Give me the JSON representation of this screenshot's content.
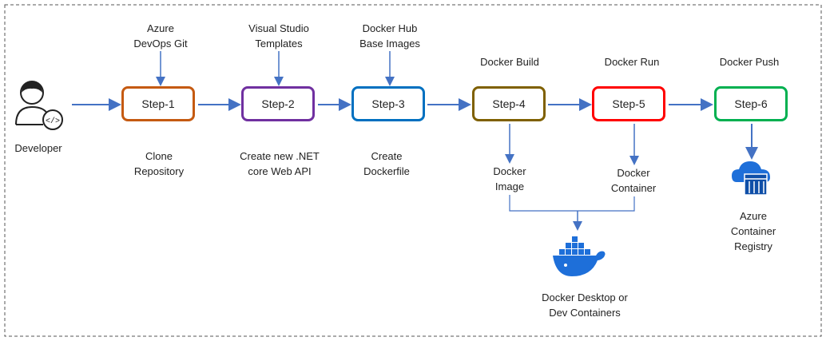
{
  "developer": {
    "label": "Developer"
  },
  "steps": [
    {
      "label": "Step-1",
      "top": "Azure\nDevOps Git",
      "bottom": "Clone\nRepository",
      "color": "#C55A11"
    },
    {
      "label": "Step-2",
      "top": "Visual Studio\nTemplates",
      "bottom": "Create new .NET\ncore Web API",
      "color": "#7030A0"
    },
    {
      "label": "Step-3",
      "top": "Docker Hub\nBase Images",
      "bottom": "Create\nDockerfile",
      "color": "#0070C0"
    },
    {
      "label": "Step-4",
      "top": "Docker Build",
      "bottom": "Docker\nImage",
      "color": "#7F6000"
    },
    {
      "label": "Step-5",
      "top": "Docker Run",
      "bottom": "Docker\nContainer",
      "color": "#FF0000"
    },
    {
      "label": "Step-6",
      "top": "Docker Push",
      "bottom": "Azure Container\nRegistry",
      "color": "#00B050"
    }
  ],
  "docker_target": {
    "label": "Docker Desktop or\nDev Containers"
  },
  "colors": {
    "arrow": "#4472C4",
    "border": "#555555",
    "icon": "#1E6FD9"
  },
  "icons": {
    "developer": "developer-icon",
    "docker": "docker-whale-icon",
    "acr": "azure-container-registry-icon"
  }
}
